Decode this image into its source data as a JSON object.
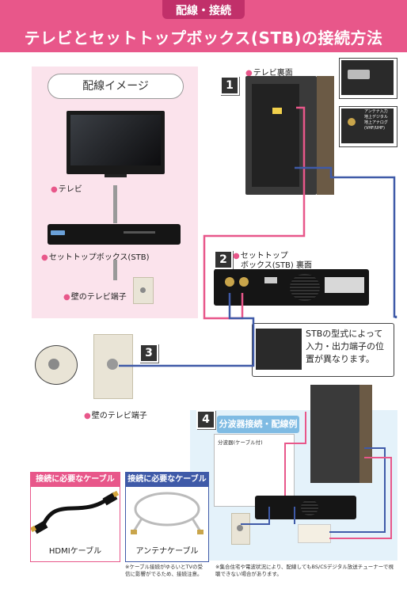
{
  "header": {
    "tag": "配線・接続",
    "title": "テレビとセットトップボックス(STB)の接続方法"
  },
  "wiring_image": {
    "title": "配線イメージ",
    "tv_label": "テレビ",
    "stb_label": "セットトップボックス(STB)",
    "outlet_label": "壁のテレビ端子"
  },
  "steps": {
    "s1": {
      "number": "1",
      "label": "テレビ裏面"
    },
    "s2": {
      "number": "2",
      "label_line1": "セットトップ",
      "label_line2": "ボックス(STB) 裏面"
    },
    "s3": {
      "number": "3",
      "label": "壁のテレビ端子"
    },
    "s4": {
      "number": "4",
      "title": "分波器接続・配線例",
      "splitter_label": "分波器(ケーブル付)"
    }
  },
  "antenna_callout": {
    "line1": "アンテナ入力",
    "line2": "地上デジタル",
    "line3": "地上アナログ",
    "line4": "(VHF/UHF)"
  },
  "stb_note": {
    "line1": "STBの型式によって",
    "line2": "入力・出力端子の位",
    "line3": "置が異なります。"
  },
  "cables": {
    "hdmi_header": "接続に必要なケーブル",
    "hdmi_label": "HDMIケーブル",
    "antenna_header": "接続に必要なケーブル",
    "antenna_label": "アンテナケーブル"
  },
  "footnotes": {
    "left": "※ケーブル接続がゆるいとTVの受信に影響がでるため、接続注意。",
    "right": "※集合住宅や電波状況により、配線してもBS/CSデジタル放送チューナーで視聴できない場合があります。"
  },
  "colors": {
    "pink": "#e8578a",
    "blue": "#3f5aa8",
    "light_blue": "#7fbbe3",
    "navy": "#2d3f8f"
  }
}
